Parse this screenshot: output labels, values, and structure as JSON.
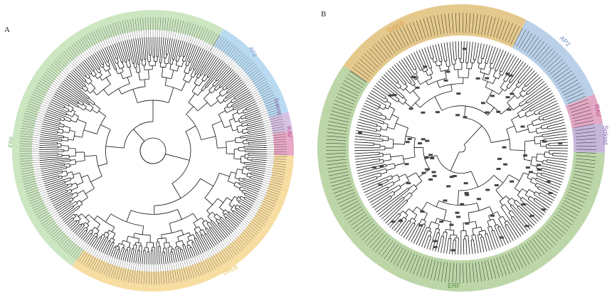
{
  "panel_a": {
    "letter": "A",
    "clades": [
      {
        "name": "AP2",
        "color": "#b9daf1",
        "text_color": "#6a97c7"
      },
      {
        "name": "Soloist",
        "color": "#d7c1e3",
        "text_color": "#8a5aa8"
      },
      {
        "name": "RAV",
        "color": "#e8a8c6",
        "text_color": "#b5538a"
      },
      {
        "name": "DREB",
        "color": "#f7dda2",
        "text_color": "#e8c060"
      },
      {
        "name": "ERF",
        "color": "#cce6c1",
        "text_color": "#6aae5a"
      }
    ]
  },
  "panel_b": {
    "letter": "B",
    "clades": [
      {
        "name": "DREB",
        "color": "#e5c98c",
        "text_color": "#d89a48"
      },
      {
        "name": "AP2",
        "color": "#b9d0e8",
        "text_color": "#6a8fc0"
      },
      {
        "name": "RAV",
        "color": "#e3a8c4",
        "text_color": "#b8558e"
      },
      {
        "name": "Soloist",
        "color": "#c5b6da",
        "text_color": "#7d5ea8"
      },
      {
        "name": "ERF",
        "color": "#bcd6a7",
        "text_color": "#5c8e46"
      }
    ]
  }
}
